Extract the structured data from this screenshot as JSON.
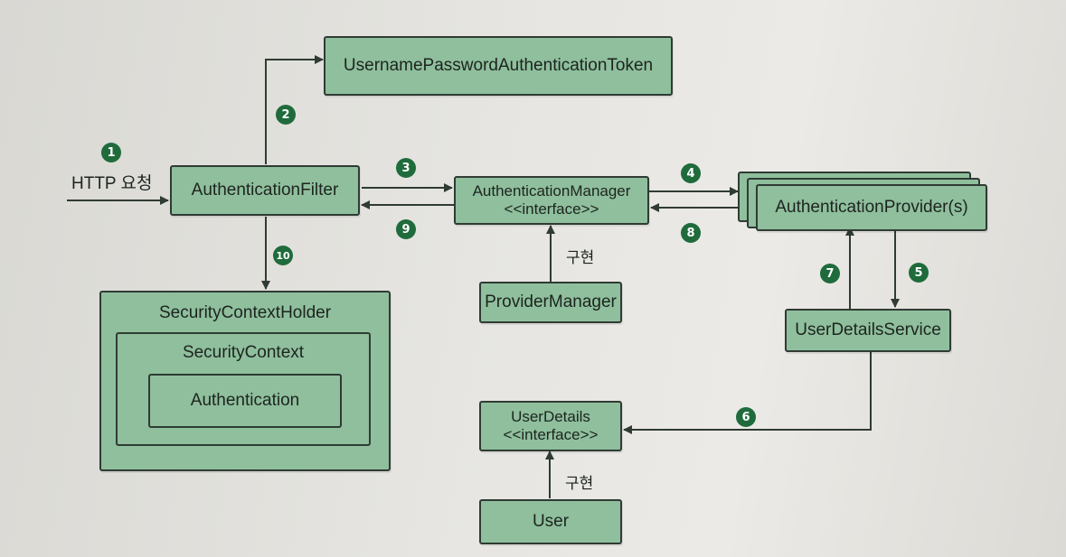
{
  "nodes": {
    "token": "UsernamePasswordAuthenticationToken",
    "filter": "AuthenticationFilter",
    "manager": {
      "name": "AuthenticationManager",
      "stereotype": "<<interface>>"
    },
    "provider": "AuthenticationProvider(s)",
    "provider_manager": "ProviderManager",
    "user_details_service": "UserDetailsService",
    "user_details": {
      "name": "UserDetails",
      "stereotype": "<<interface>>"
    },
    "user": "User",
    "security_context_holder": "SecurityContextHolder",
    "security_context": "SecurityContext",
    "authentication": "Authentication"
  },
  "labels": {
    "http_request": "HTTP 요청",
    "implements_manager": "구현",
    "implements_user": "구현"
  },
  "steps": [
    "1",
    "2",
    "3",
    "4",
    "5",
    "6",
    "7",
    "8",
    "9",
    "10"
  ],
  "colors": {
    "box_fill": "#8fbf9c",
    "box_border": "#2f3b34",
    "badge": "#1f6b3c",
    "arrow": "#2f3b34"
  }
}
